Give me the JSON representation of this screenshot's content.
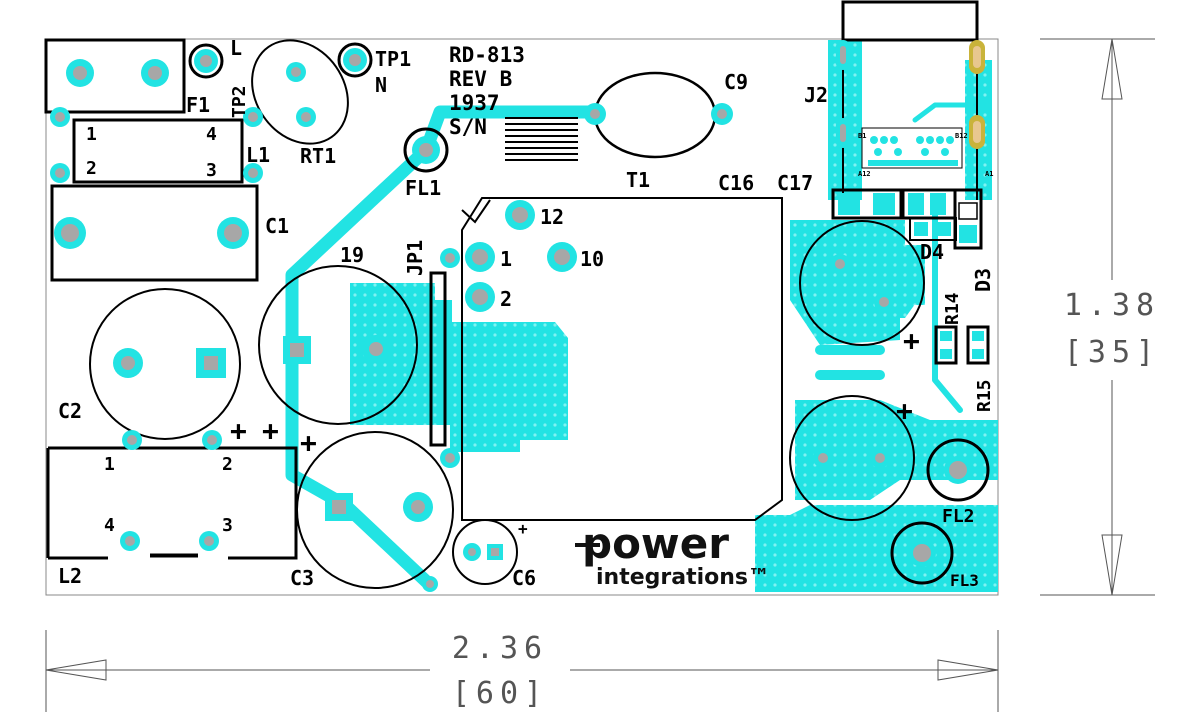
{
  "board": {
    "name": "RD-813",
    "rev": "REV B",
    "date_code": "1937",
    "serial_label": "S/N",
    "logo_top": "power",
    "logo_bottom": "integrations™"
  },
  "dimensions": {
    "width_in": "2.36",
    "width_mm": "[60]",
    "height_in": "1.38",
    "height_mm": "[35]"
  },
  "labels": {
    "f1": "F1",
    "l_label": "L",
    "tp2": "TP2",
    "tp1": "TP1",
    "n_label": "N",
    "rt1": "RT1",
    "fl1": "FL1",
    "c9": "C9",
    "t1": "T1",
    "j2": "J2",
    "c16": "C16",
    "c17": "C17",
    "l1": "L1",
    "c1": "C1",
    "c2": "C2",
    "c19": "19",
    "jp1": "JP1",
    "l2": "L2",
    "c3": "C3",
    "c6": "C6",
    "d4": "D4",
    "d3": "D3",
    "r14": "R14",
    "r15": "R15",
    "fl2": "FL2",
    "fl3": "FL3",
    "pin_1": "1",
    "pin_2": "2",
    "pin_3": "3",
    "pin_4": "4",
    "ic_pin_1": "1",
    "ic_pin_2": "2",
    "ic_pin_10": "10",
    "ic_pin_12": "12",
    "plus": "+",
    "b1": "B1",
    "b12": "B12",
    "a12": "A12",
    "a1": "A1"
  },
  "colors": {
    "copper": "#22e3e3",
    "silkscreen": "#000000",
    "pad_hole": "#a7a7a7",
    "pad_ring": "#c9b33a",
    "dimension": "#555555"
  }
}
